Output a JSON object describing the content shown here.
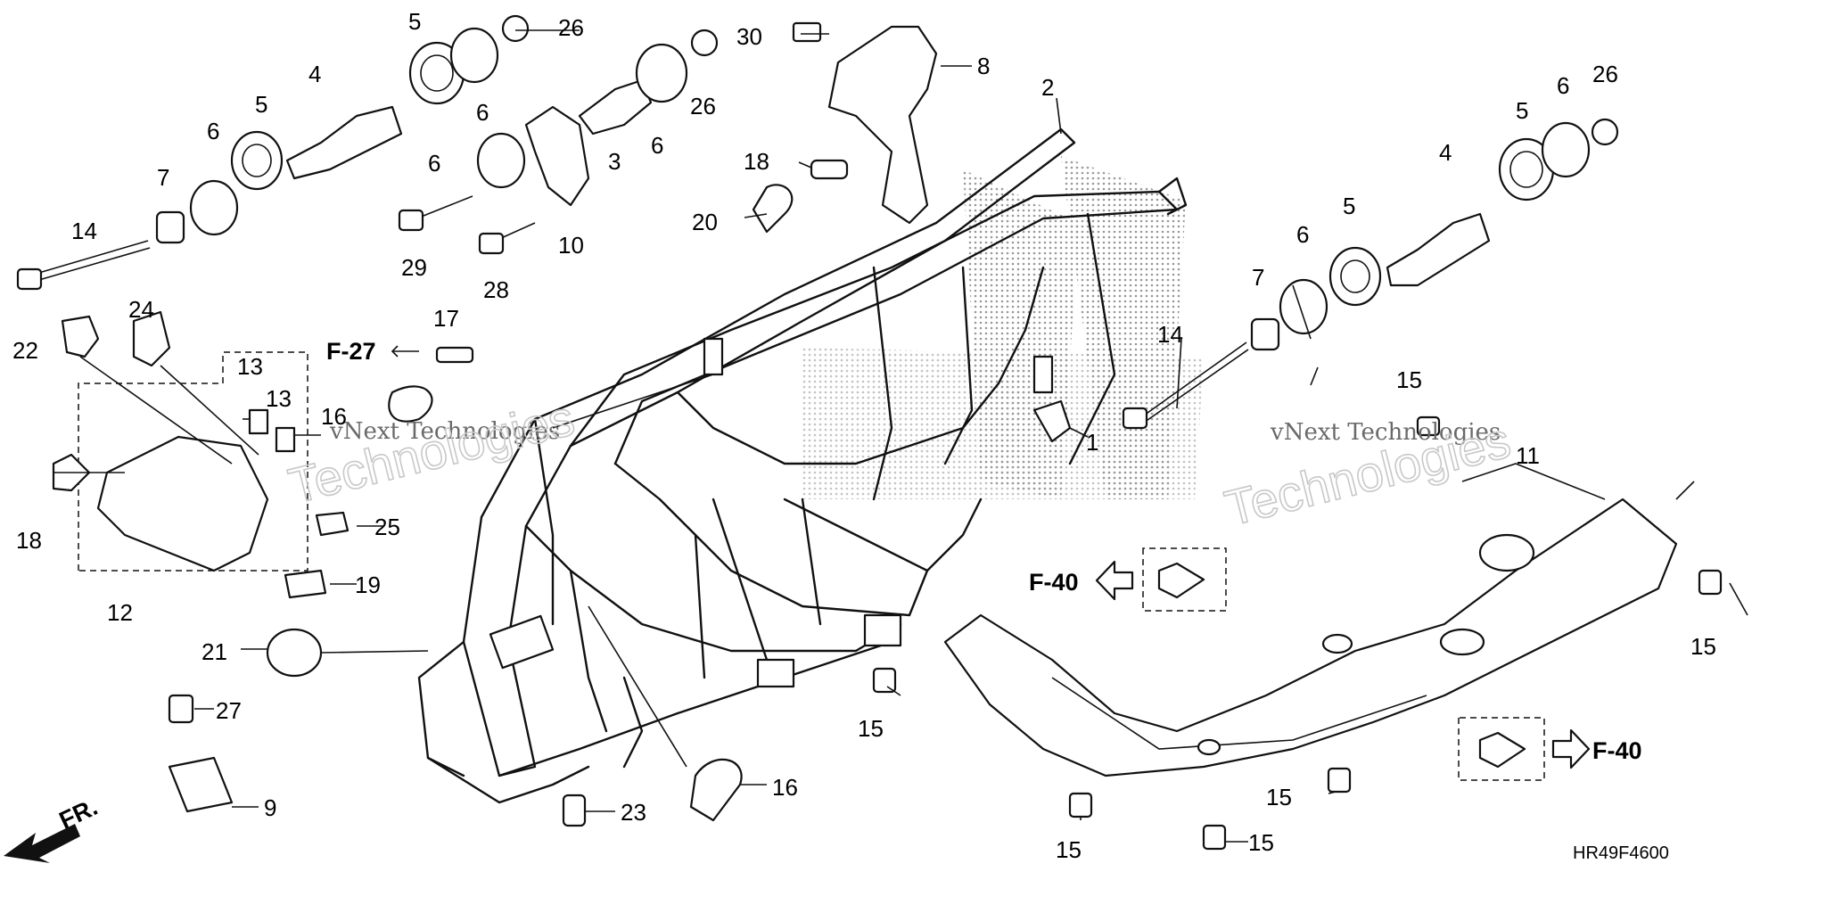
{
  "diagram": {
    "drawing_code": "HR49F4600",
    "watermark_text": "vNext Technologies",
    "watermark_big": "Technologies",
    "references": {
      "f27": "F-27",
      "f40": "F-40",
      "fr": "FR."
    },
    "part_labels": [
      {
        "id": "l1",
        "text": "1"
      },
      {
        "id": "l2",
        "text": "2"
      },
      {
        "id": "l3",
        "text": "3"
      },
      {
        "id": "l4a",
        "text": "4"
      },
      {
        "id": "l4b",
        "text": "4"
      },
      {
        "id": "l5a",
        "text": "5"
      },
      {
        "id": "l5b",
        "text": "5"
      },
      {
        "id": "l5c",
        "text": "5"
      },
      {
        "id": "l5d",
        "text": "5"
      },
      {
        "id": "l6a",
        "text": "6"
      },
      {
        "id": "l6b",
        "text": "6"
      },
      {
        "id": "l6c",
        "text": "6"
      },
      {
        "id": "l6d",
        "text": "6"
      },
      {
        "id": "l6e",
        "text": "6"
      },
      {
        "id": "l6f",
        "text": "6"
      },
      {
        "id": "l7a",
        "text": "7"
      },
      {
        "id": "l7b",
        "text": "7"
      },
      {
        "id": "l8",
        "text": "8"
      },
      {
        "id": "l9",
        "text": "9"
      },
      {
        "id": "l10",
        "text": "10"
      },
      {
        "id": "l11",
        "text": "11"
      },
      {
        "id": "l12",
        "text": "12"
      },
      {
        "id": "l13a",
        "text": "13"
      },
      {
        "id": "l13b",
        "text": "13"
      },
      {
        "id": "l14a",
        "text": "14"
      },
      {
        "id": "l14b",
        "text": "14"
      },
      {
        "id": "l15a",
        "text": "15"
      },
      {
        "id": "l15b",
        "text": "15"
      },
      {
        "id": "l15c",
        "text": "15"
      },
      {
        "id": "l15d",
        "text": "15"
      },
      {
        "id": "l15e",
        "text": "15"
      },
      {
        "id": "l15f",
        "text": "15"
      },
      {
        "id": "l16a",
        "text": "16"
      },
      {
        "id": "l16b",
        "text": "16"
      },
      {
        "id": "l17",
        "text": "17"
      },
      {
        "id": "l18a",
        "text": "18"
      },
      {
        "id": "l18b",
        "text": "18"
      },
      {
        "id": "l19",
        "text": "19"
      },
      {
        "id": "l20",
        "text": "20"
      },
      {
        "id": "l21",
        "text": "21"
      },
      {
        "id": "l22",
        "text": "22"
      },
      {
        "id": "l23",
        "text": "23"
      },
      {
        "id": "l24",
        "text": "24"
      },
      {
        "id": "l25",
        "text": "25"
      },
      {
        "id": "l26a",
        "text": "26"
      },
      {
        "id": "l26b",
        "text": "26"
      },
      {
        "id": "l26c",
        "text": "26"
      },
      {
        "id": "l27",
        "text": "27"
      },
      {
        "id": "l28",
        "text": "28"
      },
      {
        "id": "l29",
        "text": "29"
      },
      {
        "id": "l30",
        "text": "30"
      }
    ]
  }
}
